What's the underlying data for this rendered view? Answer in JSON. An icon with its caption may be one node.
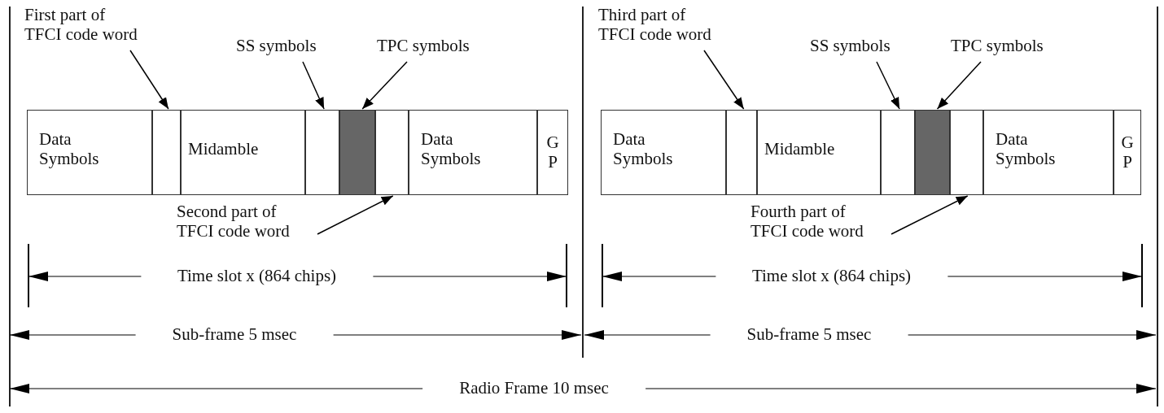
{
  "diagram": {
    "nodes": [
      {
        "text": [
          "First part of TFCI code word"
        ]
      },
      {
        "text": [
          "SS symbols"
        ]
      },
      {
        "text": [
          "TPC symbols"
        ]
      },
      {
        "text": [
          "Data Symbols"
        ]
      },
      {
        "text": [],
        "shape": "box"
      },
      {
        "text": [
          "Midamble"
        ]
      },
      {
        "text": [],
        "shape": "box"
      },
      {
        "text": [],
        "shape": "box"
      },
      {
        "text": [],
        "shape": "box"
      },
      {
        "text": [
          "Data Symbols"
        ]
      },
      {
        "text": [
          "GP"
        ]
      },
      {
        "text": [
          "Second part of TFCI code word"
        ]
      },
      {
        "text": [
          "Third part of TFCI code word"
        ]
      },
      {
        "text": [
          "SS symbols"
        ]
      },
      {
        "text": [
          "TPC symbols"
        ]
      },
      {
        "text": [
          "Data Symbols"
        ]
      },
      {
        "text": [],
        "shape": "box"
      },
      {
        "text": [
          "Midamble"
        ]
      },
      {
        "text": [],
        "shape": "box"
      },
      {
        "text": [],
        "shape": "box"
      },
      {
        "text": [],
        "shape": "box"
      },
      {
        "text": [
          "Data Symbols"
        ]
      },
      {
        "text": [
          "GP"
        ]
      },
      {
        "text": [
          "Fourth part of TFCI code word"
        ]
      }
    ],
    "edges": [
      {
        "from": 0,
        "to": 4,
        "arrow": "to"
      },
      {
        "from": 1,
        "to": 6,
        "arrow": "to"
      },
      {
        "from": 2,
        "to": 7,
        "arrow": "to"
      },
      {
        "from": 11,
        "to": 8,
        "arrow": "to"
      },
      {
        "from": 12,
        "to": 16,
        "arrow": "to"
      },
      {
        "from": 13,
        "to": 18,
        "arrow": "to"
      },
      {
        "from": 14,
        "to": 19,
        "arrow": "to"
      },
      {
        "from": 23,
        "to": 20,
        "arrow": "to"
      }
    ],
    "labels": [
      "Time slot x (864 chips)",
      "Time slot x (864 chips)",
      "Sub-frame 5 msec",
      "Sub-frame 5 msec",
      "Radio Frame 10 msec"
    ]
  }
}
